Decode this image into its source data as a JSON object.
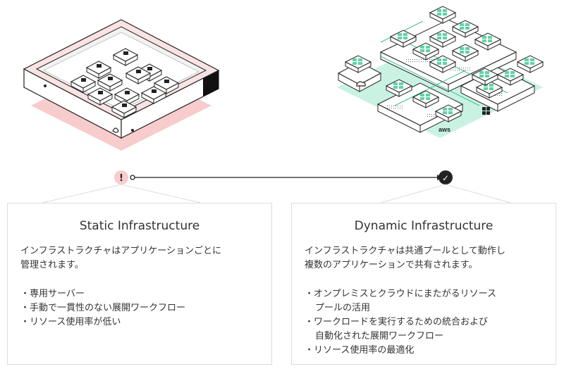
{
  "static": {
    "title": "Static Infrastructure",
    "description_lines": [
      "インフラストラクチャはアプリケーションごとに",
      "管理されます。"
    ],
    "bullets": [
      [
        "・専用サーバー"
      ],
      [
        "・手動で一貫性のない展開ワークフロー"
      ],
      [
        "・リソース使用率が低い"
      ]
    ],
    "status_mark": "!"
  },
  "dynamic": {
    "title": "Dynamic Infrastructure",
    "description_lines": [
      "インフラストラクチャは共通プールとして動作し",
      "複数のアプリケーションで共有されます。"
    ],
    "bullets": [
      [
        "・オンプレミスとクラウドにまたがるリソース",
        "プールの活用"
      ],
      [
        "・ワークロードを実行するための統合および",
        "自動化された展開ワークフロー"
      ],
      [
        "・リソース使用率の最適化"
      ]
    ],
    "status_mark": "✓",
    "cloud_label": "aws"
  },
  "colors": {
    "static_accent": "#f7c9c9",
    "dynamic_accent": "#c9f2e3",
    "node_green": "#5fd4a4",
    "ink": "#222222"
  }
}
